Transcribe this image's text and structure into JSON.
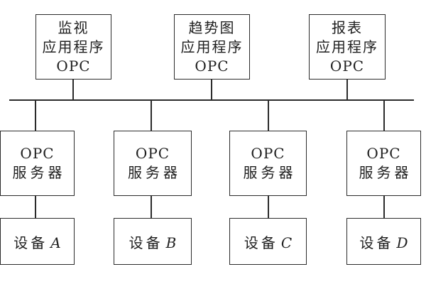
{
  "diagram": {
    "top_apps": [
      {
        "line1": "监视",
        "line2": "应用程序",
        "line3": "OPC"
      },
      {
        "line1": "趋势图",
        "line2": "应用程序",
        "line3": "OPC"
      },
      {
        "line1": "报表",
        "line2": "应用程序",
        "line3": "OPC"
      }
    ],
    "servers": [
      {
        "line1": "OPC",
        "line2": "服务器"
      },
      {
        "line1": "OPC",
        "line2": "服务器"
      },
      {
        "line1": "OPC",
        "line2": "服务器"
      },
      {
        "line1": "OPC",
        "line2": "服务器"
      }
    ],
    "devices": [
      {
        "label": "设备",
        "id": "A"
      },
      {
        "label": "设备",
        "id": "B"
      },
      {
        "label": "设备",
        "id": "C"
      },
      {
        "label": "设备",
        "id": "D"
      }
    ],
    "colors": {
      "line": "#2b2b2b",
      "background": "#ffffff"
    }
  }
}
